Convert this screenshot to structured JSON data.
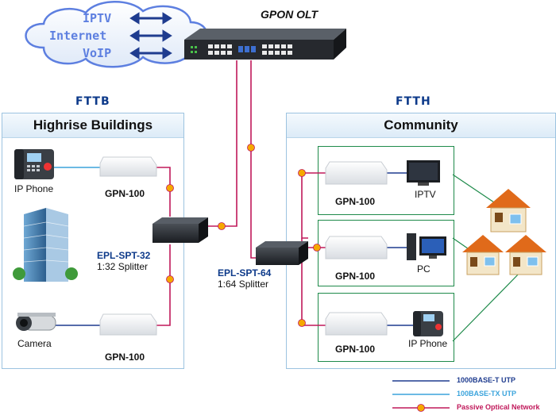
{
  "olt_label": "GPON OLT",
  "services": [
    "IPTV",
    "Internet",
    "VoIP"
  ],
  "fttb": {
    "section_title": "FTTB",
    "panel_title": "Highrise Buildings",
    "ip_phone_label": "IP Phone",
    "camera_label": "Camera",
    "onu_top_label": "GPN-100",
    "onu_bottom_label": "GPN-100",
    "splitter_name": "EPL-SPT-32",
    "splitter_desc": "1:32 Splitter"
  },
  "core": {
    "splitter_name": "EPL-SPT-64",
    "splitter_desc": "1:64 Splitter"
  },
  "ftth": {
    "section_title": "FTTH",
    "panel_title": "Community",
    "rows": [
      {
        "onu": "GPN-100",
        "device": "IPTV"
      },
      {
        "onu": "GPN-100",
        "device": "PC"
      },
      {
        "onu": "GPN-100",
        "device": "IP Phone"
      }
    ]
  },
  "legend": [
    {
      "label": "1000BASE-T UTP",
      "color": "#1f3c8f"
    },
    {
      "label": "100BASE-TX UTP",
      "color": "#3ba4dc"
    },
    {
      "label": "Passive Optical Network",
      "color": "#c0185a"
    }
  ],
  "colors": {
    "pon": "#c0185a",
    "utp1000": "#1f3c8f",
    "utp100": "#3ba4dc",
    "pon_marker": "#f5a800"
  }
}
